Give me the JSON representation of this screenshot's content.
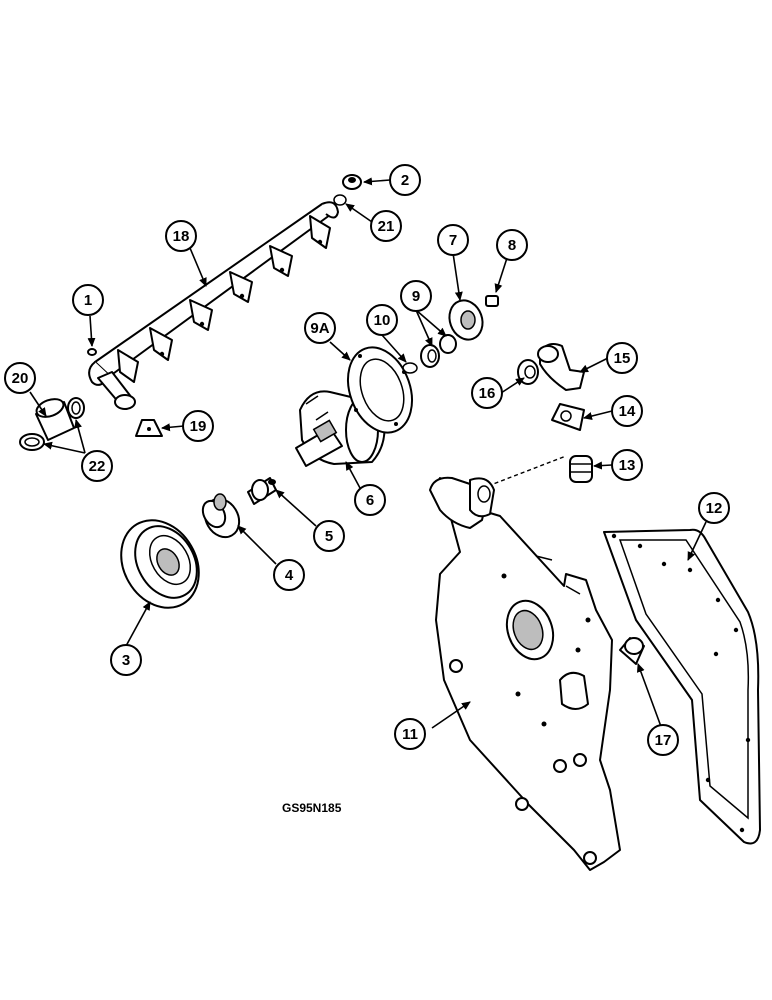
{
  "drawing_code": "GS95N185",
  "callouts": [
    "1",
    "2",
    "3",
    "4",
    "5",
    "6",
    "7",
    "8",
    "9",
    "9A",
    "10",
    "11",
    "12",
    "13",
    "14",
    "15",
    "16",
    "17",
    "18",
    "19",
    "20",
    "21",
    "22"
  ]
}
